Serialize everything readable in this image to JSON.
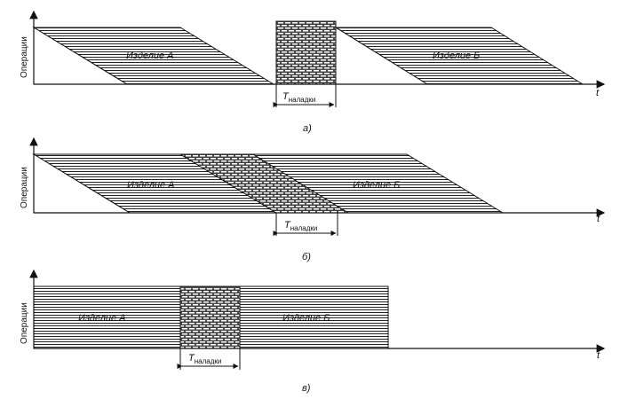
{
  "y_axis_label": "Операции",
  "x_axis_label": "t",
  "setup_label_main": "T",
  "setup_label_sub": "наладки",
  "product_a": "Изделие А",
  "product_b": "Изделие Б",
  "panels": [
    {
      "caption": "а)"
    },
    {
      "caption": "б)"
    },
    {
      "caption": "в)"
    }
  ],
  "colors": {
    "ink": "#111111",
    "hatch": "#222222",
    "background": "#ffffff"
  }
}
